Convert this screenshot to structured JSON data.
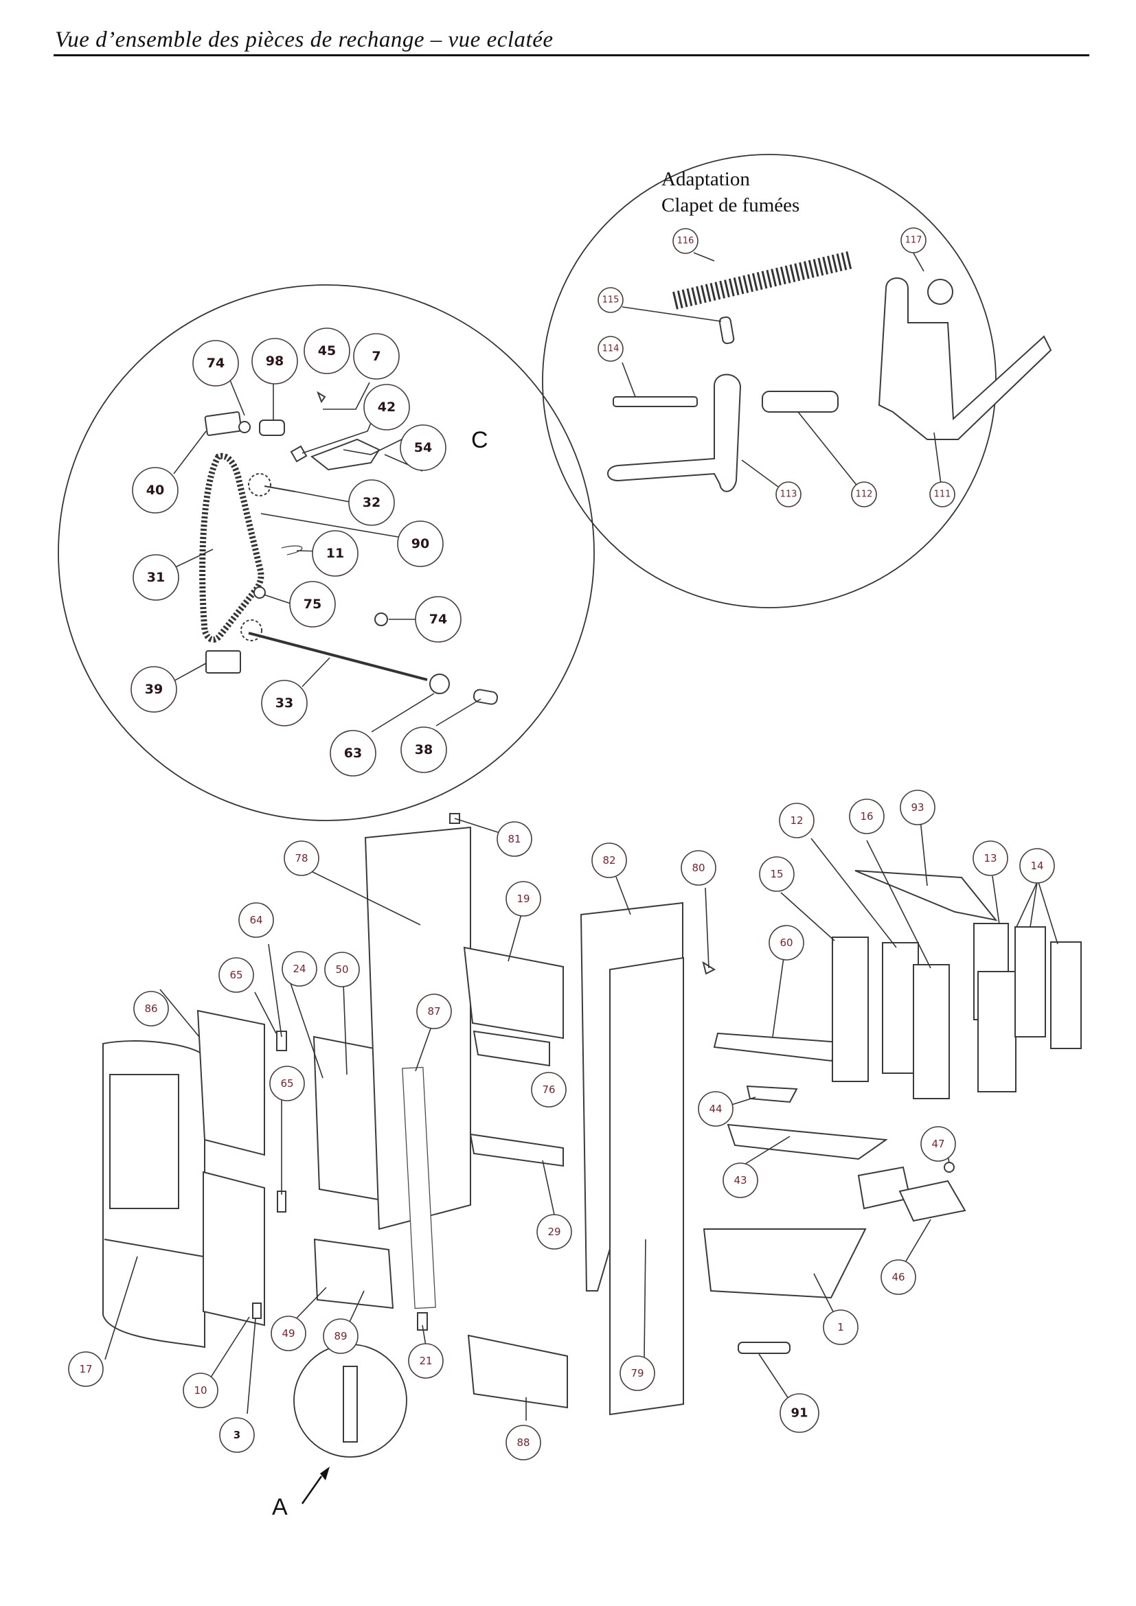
{
  "header": {
    "title": "Vue d’ensemble des pièces de rechange – vue eclatée"
  },
  "detail_c": {
    "letter": "C",
    "callouts": [
      "74",
      "98",
      "45",
      "7",
      "42",
      "54",
      "40",
      "32",
      "90",
      "31",
      "11",
      "75",
      "74",
      "39",
      "33",
      "63",
      "38"
    ]
  },
  "detail_adaptation": {
    "heading_line1": "Adaptation",
    "heading_line2": "Clapet de fumées",
    "callouts": [
      "116",
      "117",
      "115",
      "114",
      "113",
      "112",
      "111"
    ]
  },
  "detail_a": {
    "letter": "A"
  },
  "main_callouts": [
    "81",
    "78",
    "82",
    "80",
    "19",
    "64",
    "65",
    "24",
    "50",
    "86",
    "87",
    "76",
    "65",
    "29",
    "17",
    "10",
    "3",
    "49",
    "89",
    "21",
    "88",
    "79",
    "12",
    "16",
    "93",
    "13",
    "14",
    "15",
    "60",
    "44",
    "43",
    "47",
    "46",
    "1",
    "91"
  ]
}
